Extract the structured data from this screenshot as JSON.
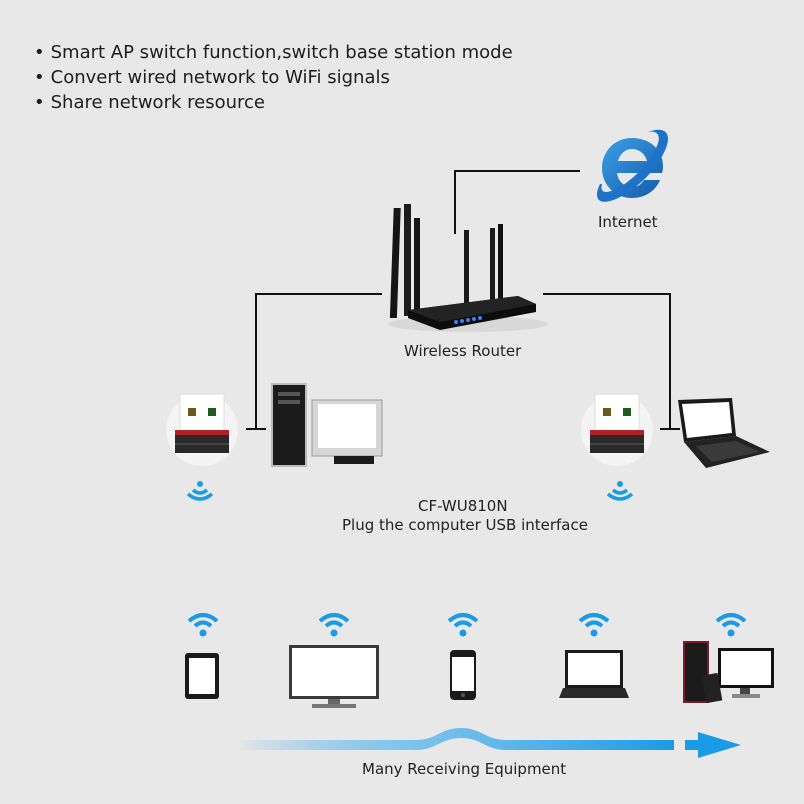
{
  "features": [
    "Smart AP switch function,switch base station mode",
    "Convert wired network to WiFi signals",
    "Share network resource"
  ],
  "nodes": {
    "internet": {
      "label": "Internet",
      "icon": "internet-explorer-icon"
    },
    "router": {
      "label": "Wireless Router",
      "icon": "wireless-router-icon"
    },
    "adapter": {
      "model": "CF-WU810N",
      "description": "Plug the computer USB interface"
    }
  },
  "receivers": {
    "label": "Many Receiving Equipment",
    "devices": [
      {
        "name": "tablet",
        "icon": "tablet-icon"
      },
      {
        "name": "tv",
        "icon": "tv-icon"
      },
      {
        "name": "smartphone",
        "icon": "smartphone-icon"
      },
      {
        "name": "laptop",
        "icon": "laptop-icon"
      },
      {
        "name": "desktop",
        "icon": "desktop-computer-icon"
      }
    ]
  },
  "colors": {
    "background": "#e8e8e8",
    "wifi_blue": "#1a9be6",
    "ie_blue": "#1e73c8",
    "line": "#111111"
  }
}
